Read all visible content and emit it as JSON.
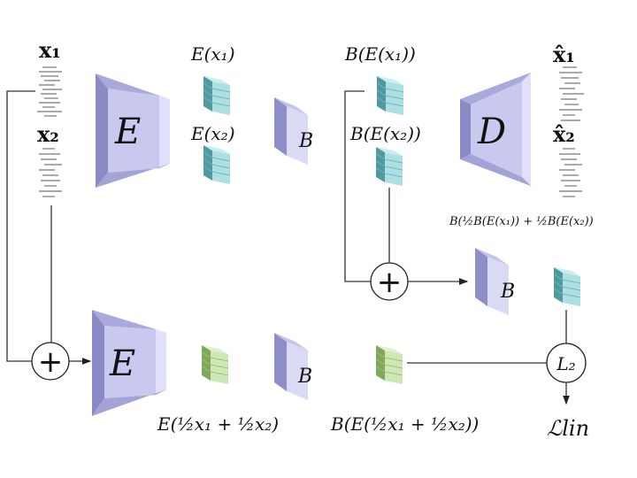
{
  "labels": {
    "x1": "x₁",
    "x2": "x₂",
    "x1_hat": "x̂₁",
    "x2_hat": "x̂₂",
    "encoder_top": "E",
    "encoder_bottom": "E",
    "decoder": "D",
    "bottleneck_top": "B",
    "bottleneck_mid": "B",
    "bottleneck_bottom": "B",
    "E_x1": "E(x₁)",
    "E_x2": "E(x₂)",
    "B_E_x1": "B(E(x₁))",
    "B_E_x2": "B(E(x₂))",
    "B_mix_latent": "B(½B(E(x₁)) + ½B(E(x₂))",
    "E_mix_input": "E(½x₁ + ½x₂)",
    "B_E_mix_input": "B(E(½x₁ + ½x₂))",
    "l2": "L₂",
    "loss": "ℒlin",
    "plus_top": "+",
    "plus_bottom": "+"
  },
  "colors": {
    "block_purple": "#b9b9e6",
    "feature_teal": "#8fd0d4",
    "feature_green": "#b9d99a"
  }
}
